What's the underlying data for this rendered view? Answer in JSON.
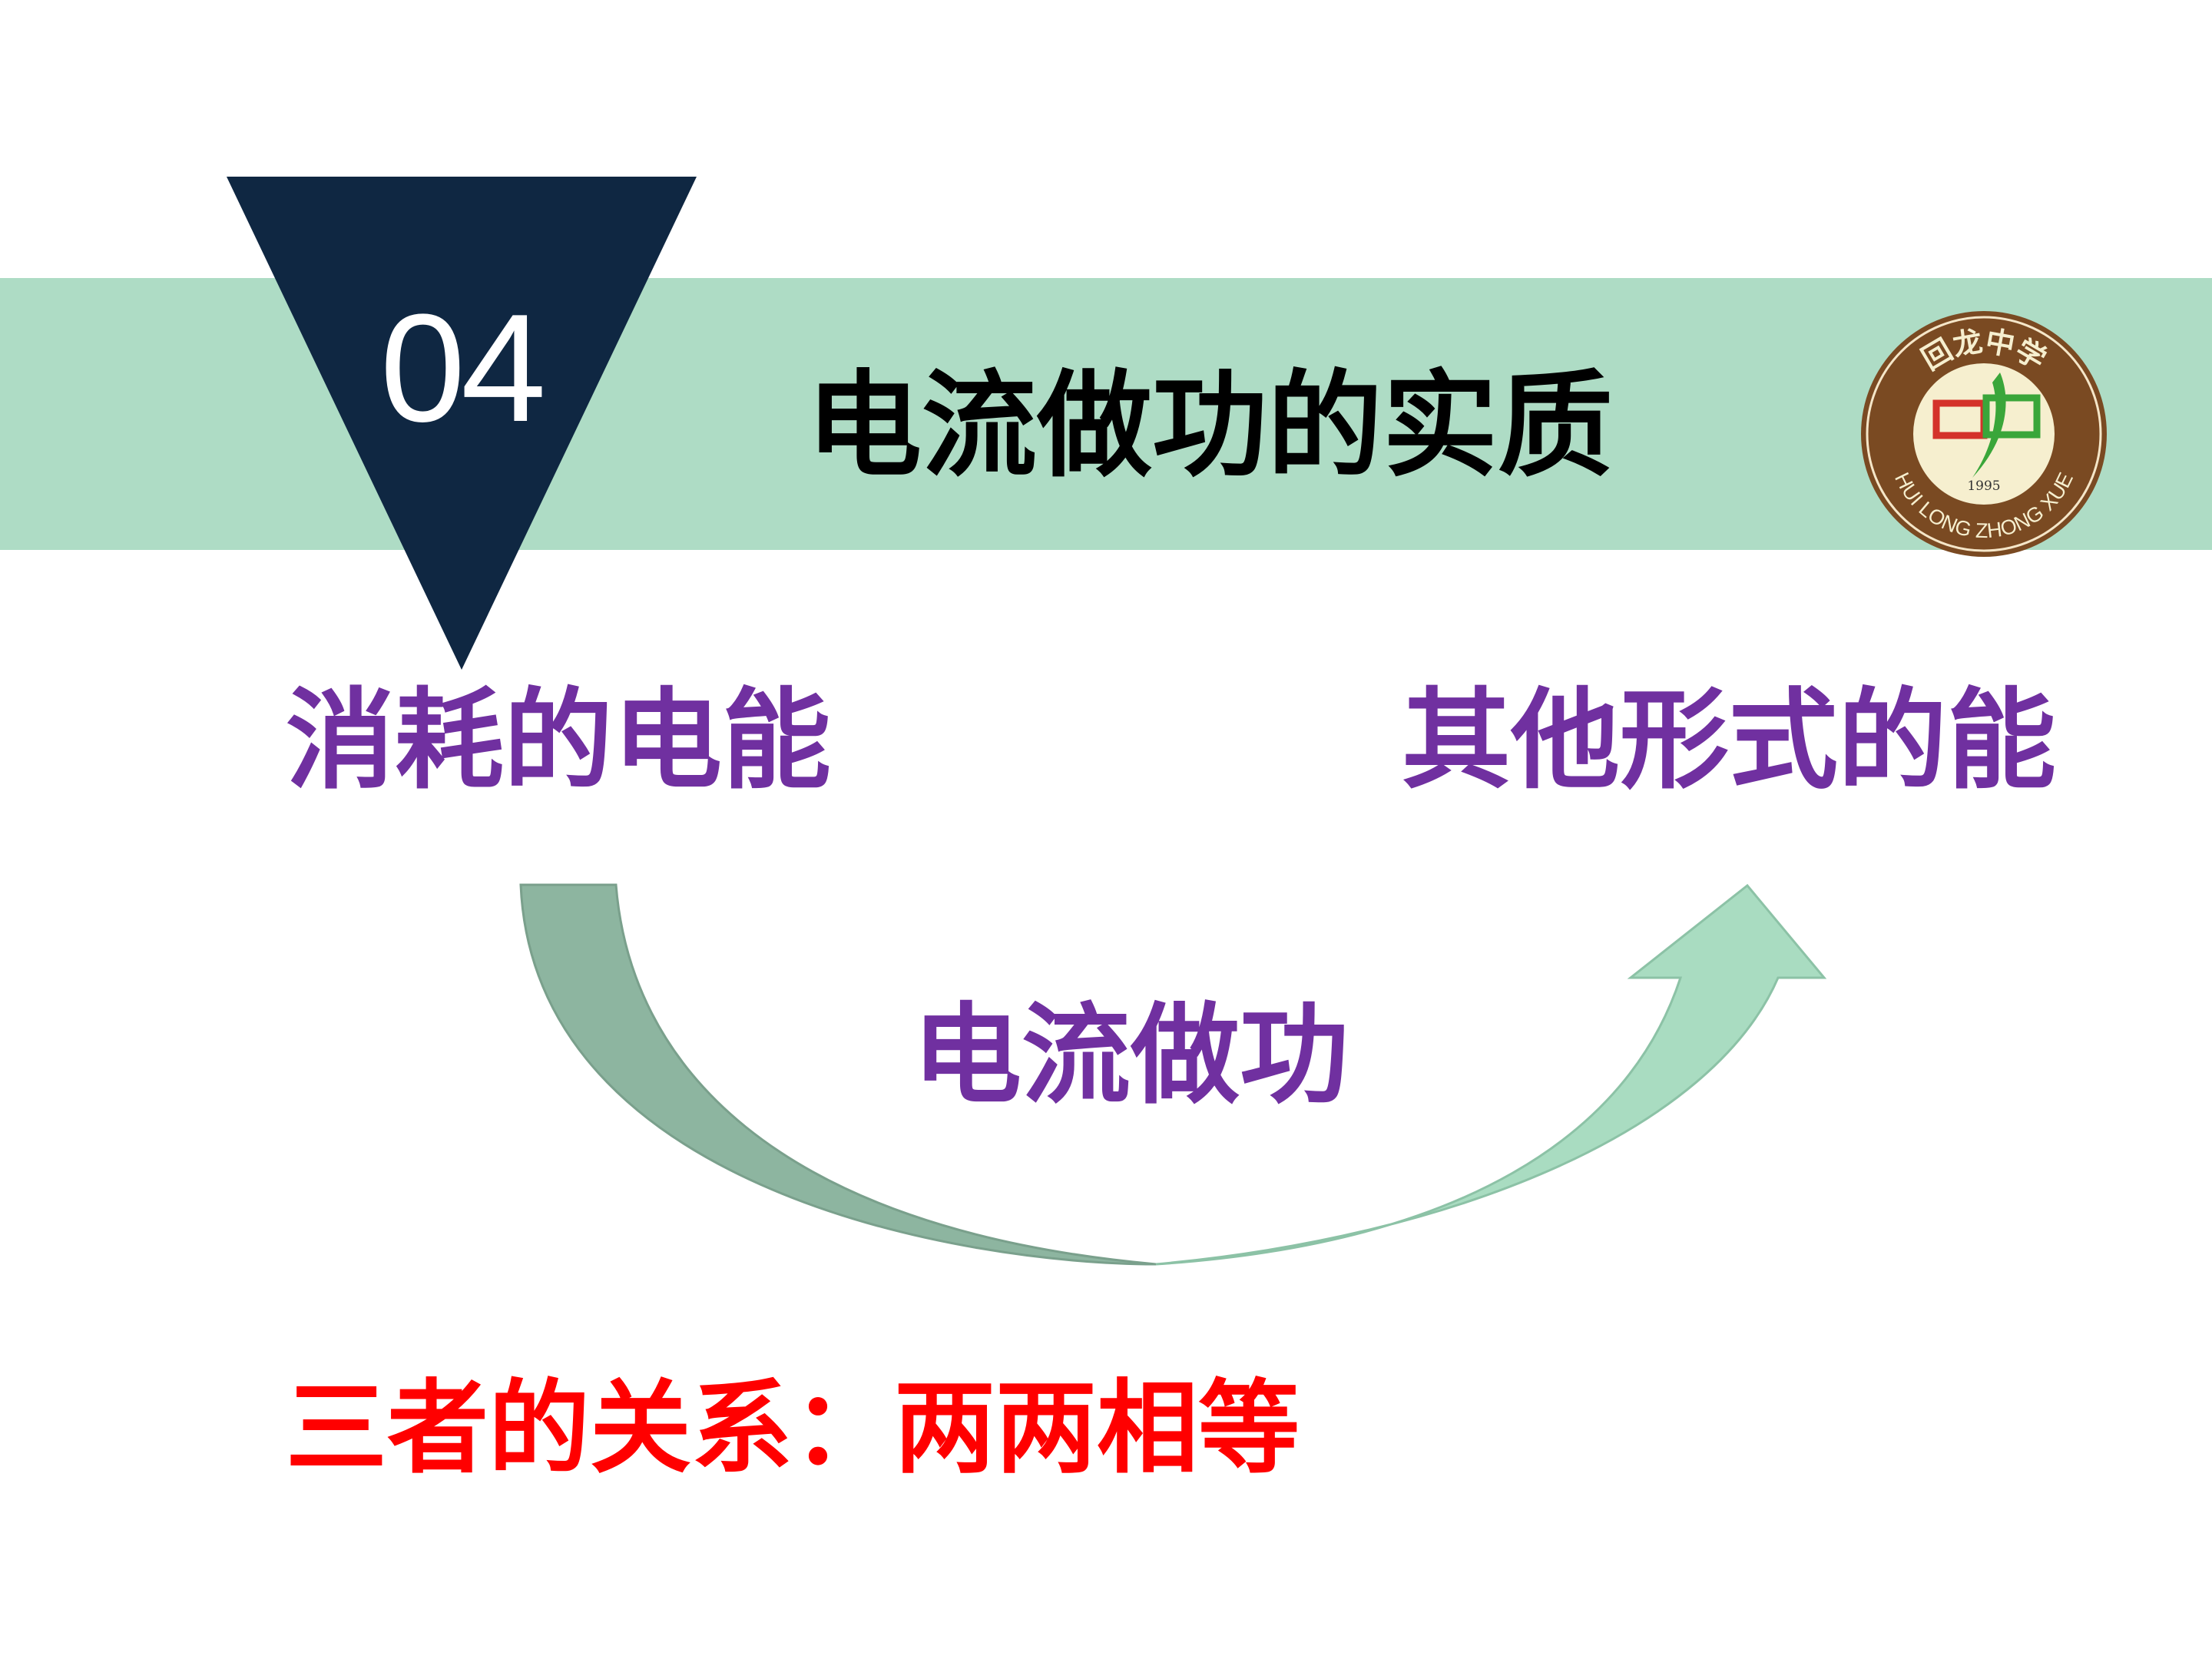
{
  "header": {
    "section_number": "04",
    "title": "电流做功的实质"
  },
  "logo": {
    "name_cn": "回龙中学",
    "name_pinyin": "HUI LONG ZHONG XUE",
    "year": "1995"
  },
  "diagram": {
    "left_label": "消耗的电能",
    "right_label": "其他形式的能",
    "arrow_label": "电流做功"
  },
  "conclusion": "三者的关系：两两相等",
  "colors": {
    "band": "#aedcc5",
    "triangle": "#0f2742",
    "label_purple": "#7030a0",
    "conclusion_red": "#ff0000",
    "arrow_dark": "#8db5a0",
    "arrow_light": "#a9dcc1",
    "logo_brown": "#7a4a22",
    "logo_green": "#3aa63a",
    "logo_red": "#d4322a"
  }
}
